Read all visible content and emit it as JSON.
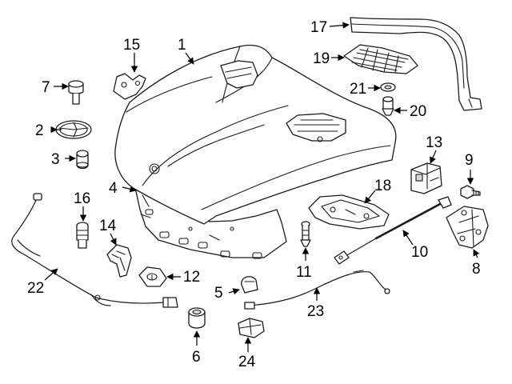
{
  "callouts": [
    {
      "id": "1",
      "text": "1"
    },
    {
      "id": "2",
      "text": "2"
    },
    {
      "id": "3",
      "text": "3"
    },
    {
      "id": "4",
      "text": "4"
    },
    {
      "id": "5",
      "text": "5"
    },
    {
      "id": "6",
      "text": "6"
    },
    {
      "id": "7",
      "text": "7"
    },
    {
      "id": "8",
      "text": "8"
    },
    {
      "id": "9",
      "text": "9"
    },
    {
      "id": "10",
      "text": "10"
    },
    {
      "id": "11",
      "text": "11"
    },
    {
      "id": "12",
      "text": "12"
    },
    {
      "id": "13",
      "text": "13"
    },
    {
      "id": "14",
      "text": "14"
    },
    {
      "id": "15",
      "text": "15"
    },
    {
      "id": "16",
      "text": "16"
    },
    {
      "id": "17",
      "text": "17"
    },
    {
      "id": "18",
      "text": "18"
    },
    {
      "id": "19",
      "text": "19"
    },
    {
      "id": "20",
      "text": "20"
    },
    {
      "id": "21",
      "text": "21"
    },
    {
      "id": "22",
      "text": "22"
    },
    {
      "id": "23",
      "text": "23"
    },
    {
      "id": "24",
      "text": "24"
    }
  ],
  "colors": {
    "line": "#1a1a1a",
    "background": "#ffffff"
  }
}
